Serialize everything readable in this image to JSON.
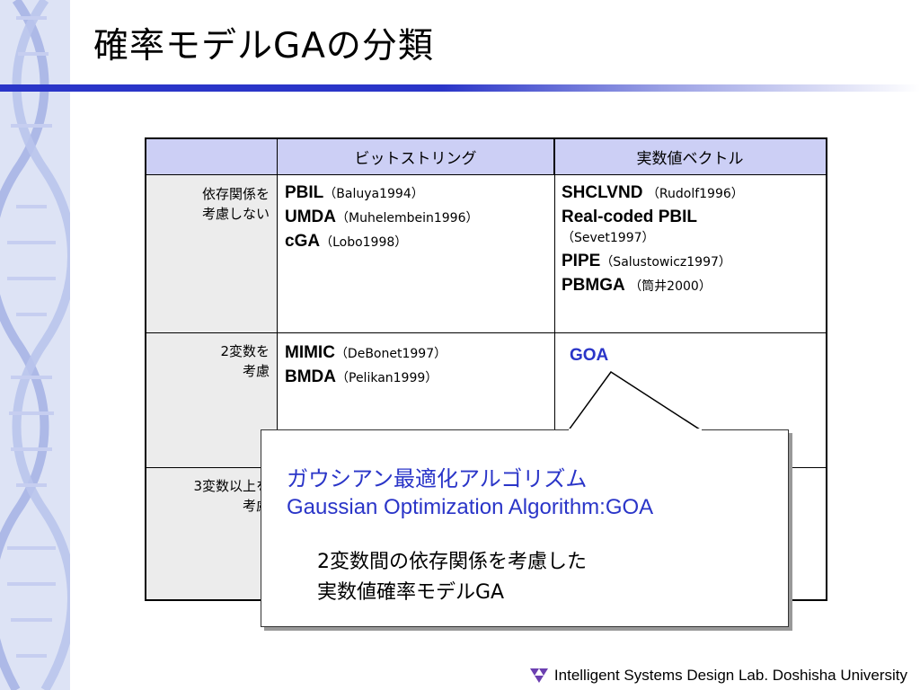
{
  "slide": {
    "title": "確率モデルGAの分類",
    "footer": "Intelligent Systems Design Lab. Doshisha University",
    "footer_icon": "triangle-logo-icon"
  },
  "table": {
    "headers": [
      "ビットストリング",
      "実数値ベクトル"
    ],
    "rows": [
      {
        "label_lines": [
          "依存関係を",
          "考慮しない"
        ],
        "bitstring": [
          {
            "name": "PBIL",
            "ref": "（Baluya1994）"
          },
          {
            "name": "UMDA",
            "ref": "（Muhelembein1996）"
          },
          {
            "name": "cGA",
            "ref": "（Lobo1998）"
          }
        ],
        "real": [
          {
            "name": "SHCLVND",
            "ref": "（Rudolf1996）"
          },
          {
            "name": "Real-coded PBIL",
            "ref": "（Sevet1997）"
          },
          {
            "name": "PIPE",
            "ref": "（Salustowicz1997）"
          },
          {
            "name": "PBMGA",
            "ref": "（筒井2000）"
          }
        ]
      },
      {
        "label_lines": [
          "2変数を",
          "考慮"
        ],
        "bitstring": [
          {
            "name": "MIMIC",
            "ref": "（DeBonet1997）"
          },
          {
            "name": "BMDA",
            "ref": "（Pelikan1999）"
          }
        ],
        "real_highlight": "GOA"
      },
      {
        "label_lines": [
          "3変数以上を",
          "考慮"
        ]
      }
    ]
  },
  "callout": {
    "title_jp": "ガウシアン最適化アルゴリズム",
    "title_en": "Gaussian Optimization Algorithm:GOA",
    "desc_line1": "2変数間の依存関係を考慮した",
    "desc_line2": "実数値確率モデルGA"
  },
  "colors": {
    "accent": "#2a35c8",
    "header_bg": "#cccff5",
    "rowlabel_bg": "#ececec",
    "sidebar_bg": "#dde3f5"
  }
}
